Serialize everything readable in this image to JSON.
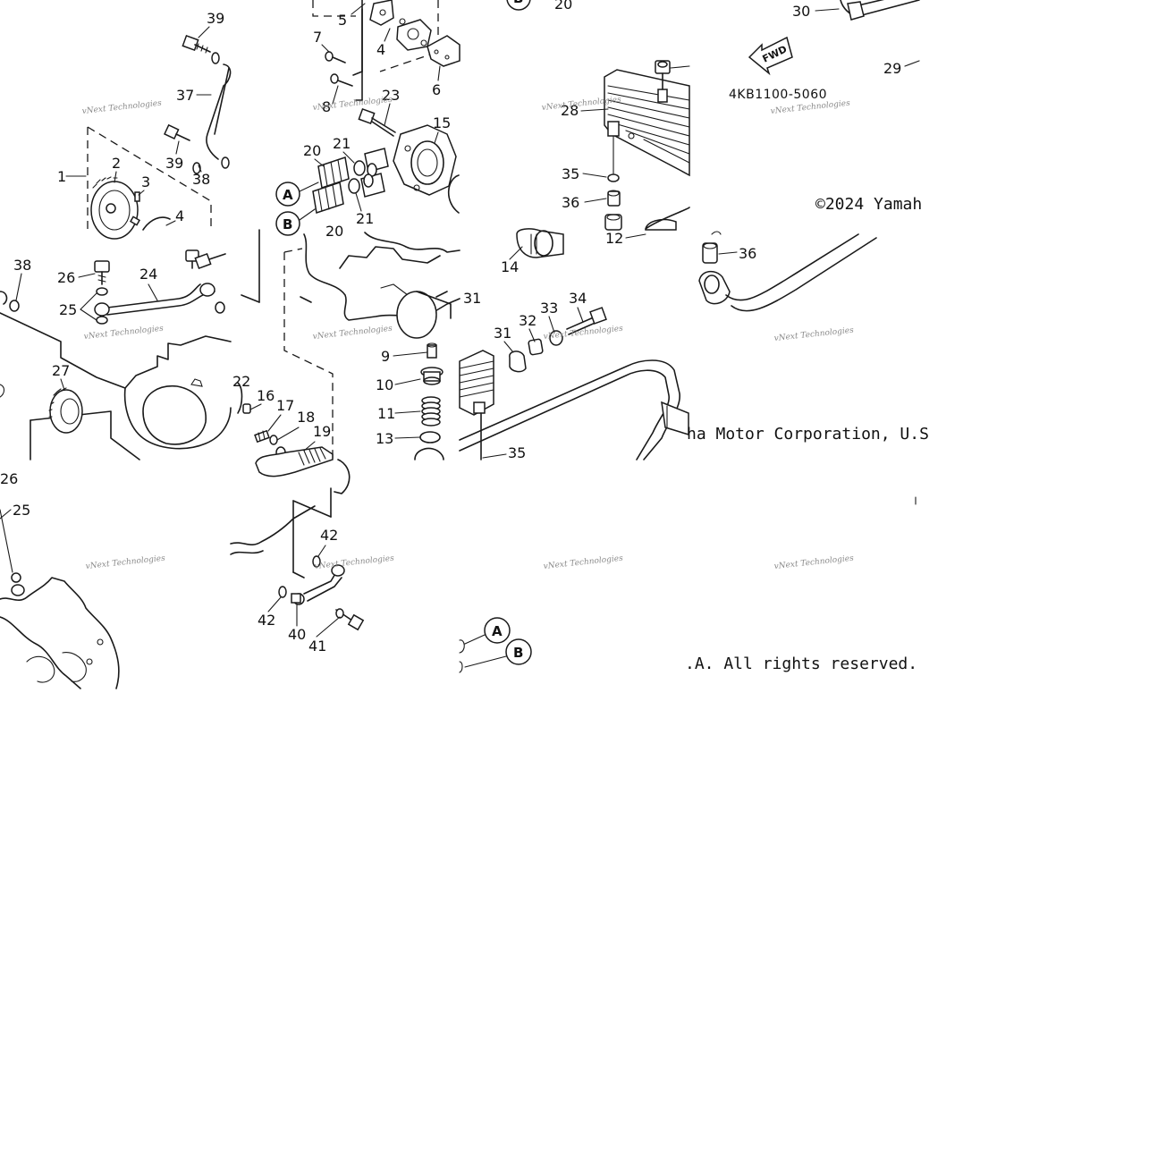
{
  "diagram": {
    "watermark_text": "vNext Technologies",
    "fwd_label": "FWD",
    "part_code": "4KB1100-5060",
    "copyright_line1": "©2024 Yamah",
    "copyright_line2": "ha Motor Corporation, U.S",
    "copyright_line3": ".A. All rights reserved.",
    "circle_a": "A",
    "circle_b": "B",
    "callouts": {
      "c39a": "39",
      "c37": "37",
      "c1": "1",
      "c2": "2",
      "c3": "3",
      "c39b": "39",
      "c38a": "38",
      "c4a": "4",
      "c5": "5",
      "c7": "7",
      "c4b": "4",
      "c6": "6",
      "c8": "8",
      "c23": "23",
      "c15": "15",
      "c20a": "20",
      "c21a": "21",
      "c21b": "21",
      "c20b": "20",
      "c28": "28",
      "c35a": "35",
      "c36a": "36",
      "c12": "12",
      "c30": "30",
      "c29": "29",
      "c38b": "38",
      "c26a": "26",
      "c24": "24",
      "c25a": "25",
      "c27": "27",
      "c22": "22",
      "c16": "16",
      "c17": "17",
      "c18": "18",
      "c19": "19",
      "c31a": "31",
      "c9": "9",
      "c10": "10",
      "c11": "11",
      "c13": "13",
      "c14": "14",
      "c31b": "31",
      "c32": "32",
      "c33": "33",
      "c34": "34",
      "c35b": "35",
      "c36b": "36",
      "c26b": "26",
      "c25b": "25",
      "c42a": "42",
      "c42b": "42",
      "c40": "40",
      "c41": "41"
    }
  }
}
